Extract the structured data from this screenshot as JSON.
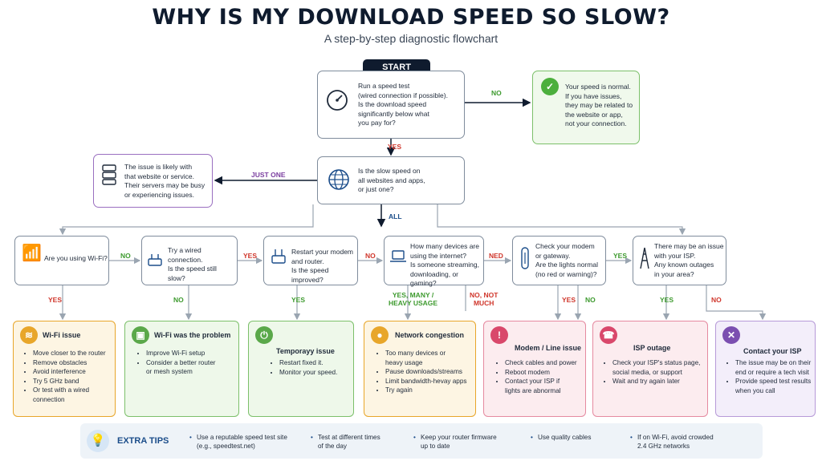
{
  "title": "WHY IS MY DOWNLOAD SPEED SO SLOW?",
  "subtitle": "A step-by-step diagnostic flowchart",
  "start": "START",
  "steps": {
    "speed_test": "Run a speed test\n(wired connection if possible).\nIs the download speed\nsignificantly below what\nyou pay for?",
    "normal": "Your speed is normal.\nIf you have issues,\nthey may be related to\nthe website or app,\nnot your connection.",
    "slow_everywhere": "Is the slow speed on\nall websites and apps,\nor just one?",
    "website_issue": "The issue is likely with\nthat website or service.\nTheir servers may be busy\nor experiencing issues.",
    "wifi": "Are you using Wi-Fi?",
    "wired": "Try a wired connection.\nIs the speed still\nslow?",
    "restart": "Restart your modem\nand router.\nIs the speed improved?",
    "devices": "How many devices are\nusing the internet?\nIs someone streaming,\ndownloading, or gaming?",
    "modem": "Check your modem\nor gateway.\nAre the lights normal\n(no red or warning)?",
    "isp": "There may be an issue\nwith your ISP.\nAny known outages\nin your area?"
  },
  "labels": {
    "no_top": "NO",
    "yes_top": "YES",
    "just_one": "JUST ONE",
    "all": "ALL",
    "no1": "NO",
    "yes2": "YES",
    "no3": "NO",
    "ned": "NED",
    "yes5": "YES",
    "yes_wifi": "YES",
    "no_wired": "NO",
    "yes_restart": "YES",
    "yes_many": "YES, MANY /\nHEAVY USAGE",
    "no_not_much": "NO, NOT\nMUCH",
    "yes_modem": "YES",
    "no_modem": "NO",
    "yes_isp": "YES",
    "no_isp": "NO"
  },
  "results": [
    {
      "title": "Wi-Fi issue",
      "items": [
        "Move closer to the router",
        "Remove obstacles",
        "Avoid interference",
        "Try 5 GHz band",
        "Or test with a wired\nconnection"
      ],
      "icon": "wifi-icon",
      "color": "#e8a62a"
    },
    {
      "title": "Wi-Fi was the problem",
      "items": [
        "Improve Wi-Fi setup",
        "Consider a better router\nor mesh system"
      ],
      "icon": "router-icon",
      "color": "#5aa84a"
    },
    {
      "title": "Temporayy issue",
      "items": [
        "Restart fixed it.",
        "Monitor your speed."
      ],
      "icon": "power-icon",
      "color": "#5aa84a"
    },
    {
      "title": "Network congestion",
      "items": [
        "Too many devices or\nheavy usage",
        "Pause downloads/streams",
        "Limit bandwidth-hevay apps",
        "Try again"
      ],
      "icon": "users-icon",
      "color": "#e8a62a"
    },
    {
      "title": "Modem / Line issue",
      "items": [
        "Check cables and power",
        "Reboot modem",
        "Contact your ISP if\nlights are abnormal"
      ],
      "icon": "alert-icon",
      "color": "#d9486b"
    },
    {
      "title": "ISP outage",
      "items": [
        "Check your ISP's status page,\nsocial media, or support",
        "Wait and try again later"
      ],
      "icon": "headset-icon",
      "color": "#d9486b"
    },
    {
      "title": "Contact your ISP",
      "items": [
        "The issue may be on their\nend or require a tech visit",
        "Provide speed test results\nwhen you call"
      ],
      "icon": "tools-icon",
      "color": "#7b4fb0"
    }
  ],
  "tips": {
    "title": "EXTRA TIPS",
    "items": [
      "Use a reputable speed test site\n(e.g., speedtest.net)",
      "Test at different times\nof the day",
      "Keep your router firmware\nup to date",
      "Use quality cables",
      "If on Wi-Fi, avoid crowded\n2.4 GHz networks"
    ]
  }
}
